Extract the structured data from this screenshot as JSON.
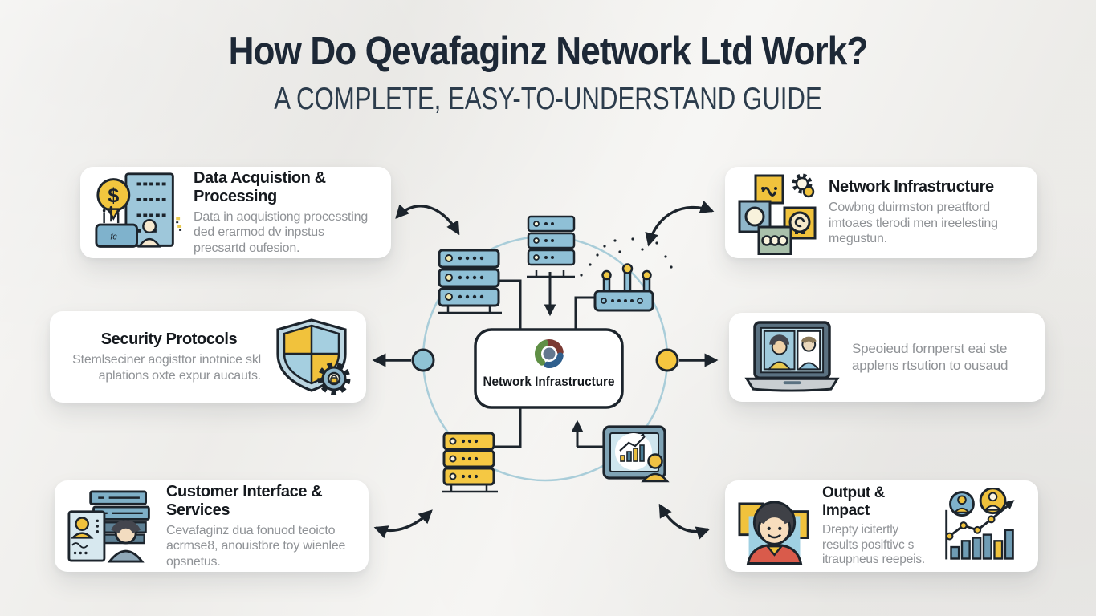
{
  "header": {
    "title": "How Do Qevafaginz Network Ltd Work?",
    "subtitle": "A COMPLETE, EASY-TO-UNDERSTAND GUIDE"
  },
  "cards": {
    "data_acquisition": {
      "title": "Data Acquistion & Processing",
      "body": "Data in aoquistiong processting ded erarmod dv inpstus precsartd oufesion."
    },
    "security": {
      "title": "Security Protocols",
      "body": "Stemlseciner aogisttor inotnice skl aplations oxte expur aucauts."
    },
    "customer": {
      "title": "Customer Interface & Services",
      "body": "Cevafaginz dua fonuod teoicto acrmse8, anouistbre toy wienlee opsnetus."
    },
    "network_infrastructure": {
      "title": "Network Infrastructure",
      "body": "Cowbng duirmston preatftord imtoaes tlerodi men ireelesting megustun."
    },
    "presentation": {
      "body": "Speoieud fornperst eai ste applens rtsution to ousaud"
    },
    "output_impact": {
      "title": "Output & Impact",
      "body": "Drepty icitertly results posiftivc s itraupneus reepeis."
    }
  },
  "diagram": {
    "center_label": "Network Infrastructure"
  },
  "icons": {
    "dollar_glyph": "$",
    "router_label": "fc",
    "server-icon": "stacked rounded rectangles",
    "gear-icon": "toothed ring",
    "shield-icon": "quartered shield",
    "arrow-icon": "curved double-headed arrow"
  },
  "colors": {
    "background": "#f2f1ee",
    "card": "#ffffff",
    "title_text": "#1d2836",
    "subtitle_text": "#2c3c4c",
    "body_text": "#8f9296",
    "accent_blue": "#8fc0d6",
    "accent_yellow": "#f2c63e",
    "outline": "#1c242c",
    "circle_stroke": "#a9cdd9"
  }
}
